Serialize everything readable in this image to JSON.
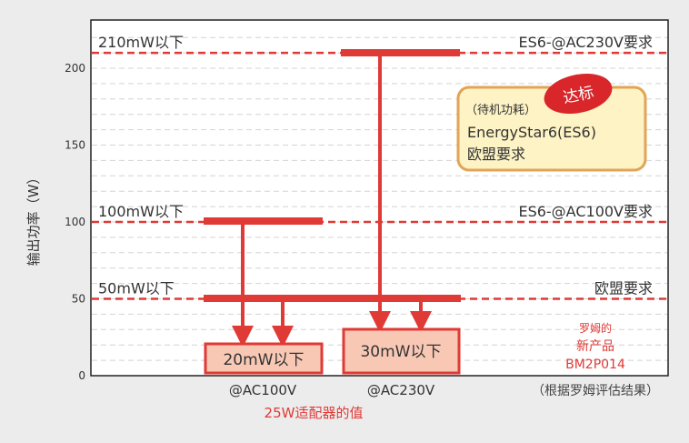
{
  "chart_data": {
    "type": "diagram",
    "ylabel": "输出功率（W）",
    "ylim": [
      0,
      220
    ],
    "yticks": [
      0,
      50,
      100,
      150,
      200
    ],
    "threshold_lines": [
      {
        "value": 210,
        "left_label": "210mW以下",
        "right_label": "ES6-@AC230V要求"
      },
      {
        "value": 100,
        "left_label": "100mW以下",
        "right_label": "ES6-@AC100V要求"
      },
      {
        "value": 50,
        "left_label": "50mW以下",
        "right_label": "欧盟要求"
      }
    ],
    "groups": [
      {
        "name": "@AC100V",
        "result": "20mW以下"
      },
      {
        "name": "@AC230V",
        "result": "30mW以下"
      }
    ],
    "group_caption": "25W适配器的值",
    "callout": {
      "badge": "达标",
      "lines": [
        "（待机功耗）",
        "EnergyStar6(ES6)",
        "欧盟要求"
      ]
    },
    "product_note": [
      "罗姆的",
      "新产品",
      "BM2P014"
    ],
    "footnote": "（根据罗姆评估结果）"
  },
  "colors": {
    "red": "#e03a36",
    "box_fill": "#f8c8b5",
    "callout_fill": "#fdf3c4",
    "callout_border": "#e2a457"
  }
}
